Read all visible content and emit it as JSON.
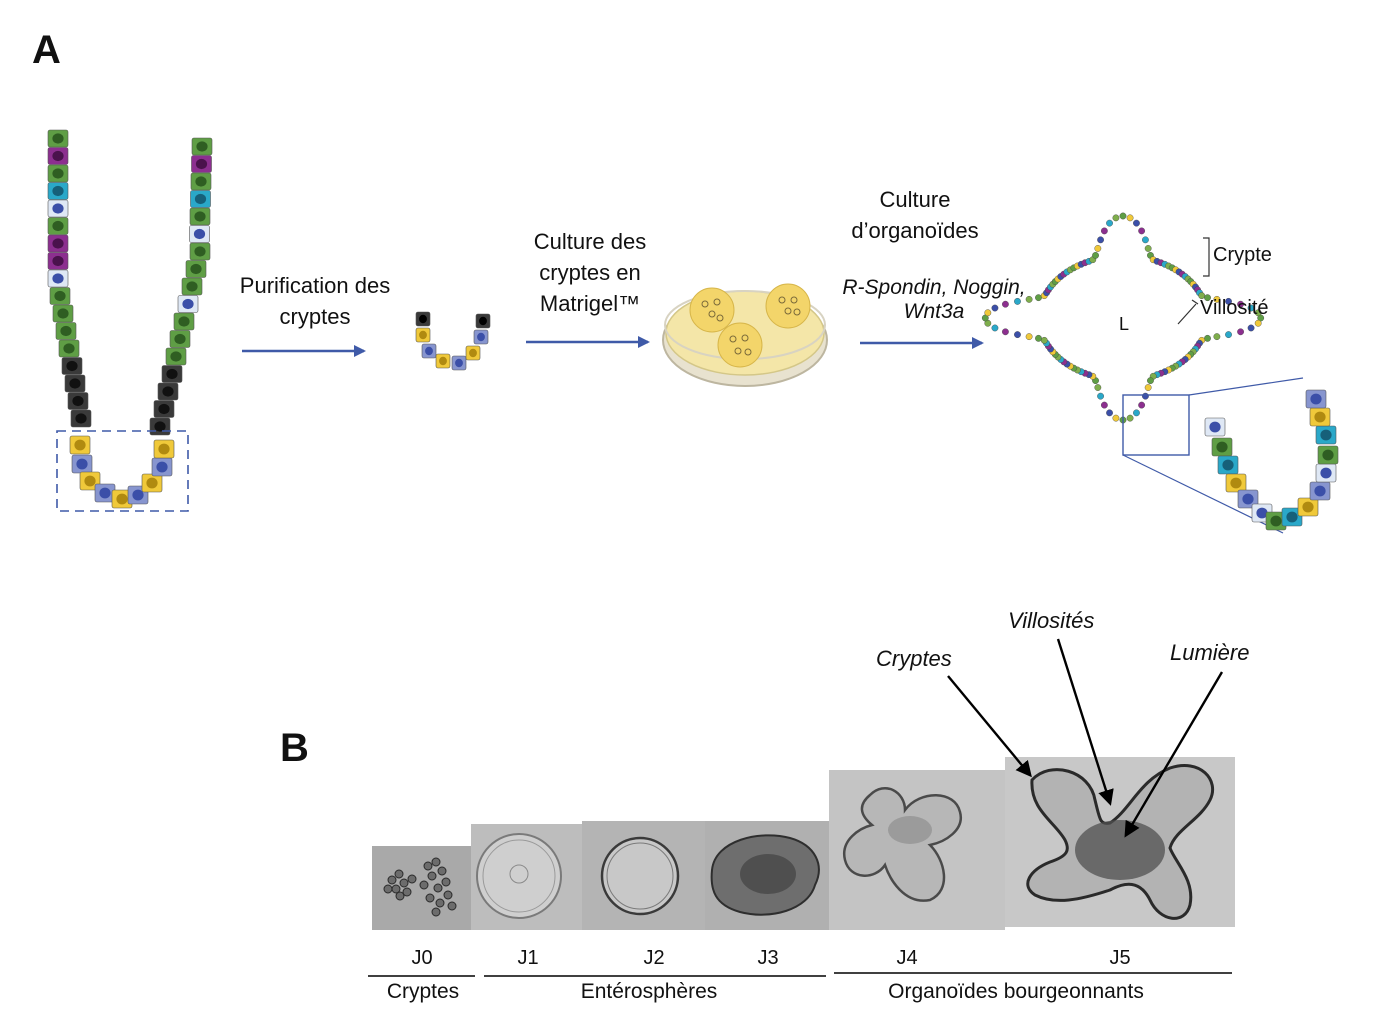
{
  "panels": {
    "a": "A",
    "b": "B"
  },
  "panelA": {
    "step1": [
      "Purification des",
      "cryptes"
    ],
    "step2": [
      "Culture des",
      "cryptes en",
      "Matrigel™"
    ],
    "step3_title": [
      "Culture",
      "d’organoïdes"
    ],
    "step3_factors": [
      "R-Spondin, Noggin,",
      "Wnt3a"
    ],
    "organoid_labels": {
      "crypt": "Crypte",
      "villus": "Villosité",
      "lumen": "L"
    }
  },
  "panelB": {
    "annotations": {
      "crypts": "Cryptes",
      "villi": "Villosités",
      "lumen": "Lumière"
    },
    "days": [
      "J0",
      "J1",
      "J2",
      "J3",
      "J4",
      "J5"
    ],
    "stages": [
      "Cryptes",
      "Entérosphères",
      "Organoïdes bourgeonnants"
    ]
  },
  "colors": {
    "arrow": "#3f5aa8",
    "green_cell": "#5f9e45",
    "yellow_cell": "#f0c93a",
    "blue_nucleus": "#3b4fa8",
    "purple_cell": "#8c2f8f",
    "cyan_cell": "#2aa8c9",
    "dark_cell": "#3a3a3a",
    "dish": "#f4e6a8"
  }
}
